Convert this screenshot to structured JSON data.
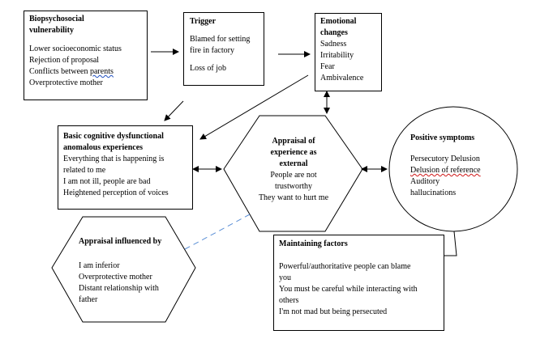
{
  "biopsychosocial": {
    "title_line1": "Biopsychosocial",
    "title_line2": "vulnerability",
    "items": [
      "Lower socioeconomic status",
      "Rejection of proposal",
      "Conflicts between",
      "Overprotective mother"
    ],
    "parents_word": "parents"
  },
  "trigger": {
    "title": "Trigger",
    "items": [
      "Blamed for setting",
      "fire in factory",
      "Loss of job"
    ]
  },
  "emotional": {
    "title_line1": "Emotional",
    "title_line2": "changes",
    "items": [
      "Sadness",
      "Irritability",
      "Fear",
      "Ambivalence"
    ]
  },
  "basic_cognitive": {
    "title_line1": "Basic cognitive dysfunctional",
    "title_line2": "anomalous experiences",
    "items": [
      "Everything that is happening is",
      "related to me",
      "I am not ill, people are bad",
      "Heightened perception of voices"
    ]
  },
  "appraisal_external": {
    "title_line1": "Appraisal of",
    "title_line2": "experience as",
    "title_line3": "external",
    "items": [
      "People are not",
      "trustworthy",
      "They want to hurt me"
    ]
  },
  "positive_symptoms": {
    "title": "Positive symptoms",
    "items": [
      "Persecutory Delusion",
      "Delusion of reference",
      "Auditory",
      "hallucinations"
    ]
  },
  "appraisal_influenced": {
    "title": "Appraisal influenced by",
    "items": [
      "I am inferior",
      "Overprotective mother",
      "Distant relationship with",
      "father"
    ]
  },
  "maintaining": {
    "title": "Maintaining factors",
    "items": [
      "Powerful/authoritative people can blame",
      "you",
      "You must be careful while interacting with",
      "others",
      "I'm not mad but being persecuted"
    ]
  },
  "colors": {
    "dashed_line": "#5b8fd6",
    "stroke": "#000000"
  }
}
